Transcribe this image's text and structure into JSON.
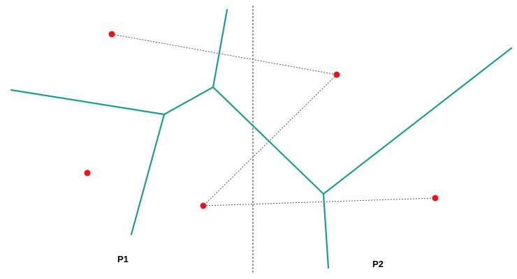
{
  "diagram": {
    "labels": {
      "left_region": "P1",
      "right_region": "P2"
    },
    "colors": {
      "voronoi_edge": "#1a9e8c",
      "site_point": "#e8141a",
      "connector": "#555555",
      "divider": "#333333",
      "background": "#ffffff"
    },
    "sites": [
      "site-top-left",
      "site-top-right",
      "site-left",
      "site-center-bottom",
      "site-right-bottom"
    ],
    "styles": {
      "connector": "dotted",
      "divider": "dashed"
    }
  }
}
